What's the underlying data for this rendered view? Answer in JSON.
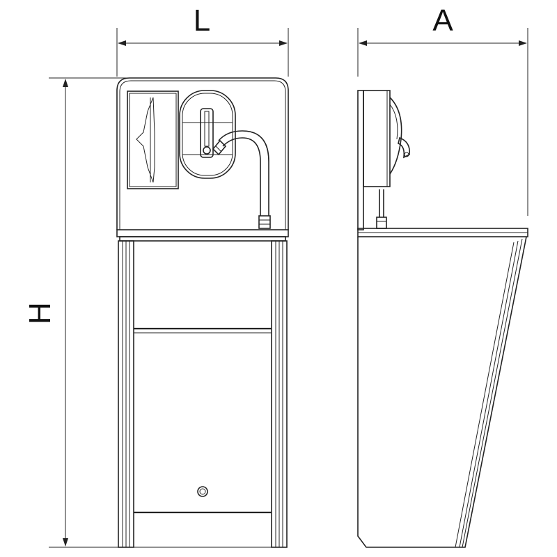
{
  "dimensions": {
    "width_label": "L",
    "height_label": "H",
    "depth_label": "A"
  },
  "colors": {
    "line": "#222222",
    "background": "#ffffff"
  }
}
